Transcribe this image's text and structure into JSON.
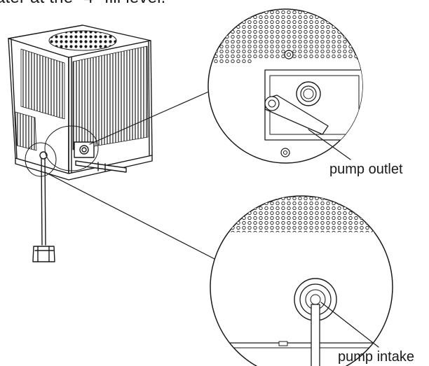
{
  "caption": "ater at the \"4\" fill level.",
  "labels": {
    "pump_outlet": "pump outlet",
    "pump_intake": "pump intake"
  },
  "colors": {
    "line": "#1a1a1a",
    "background": "#ffffff"
  }
}
